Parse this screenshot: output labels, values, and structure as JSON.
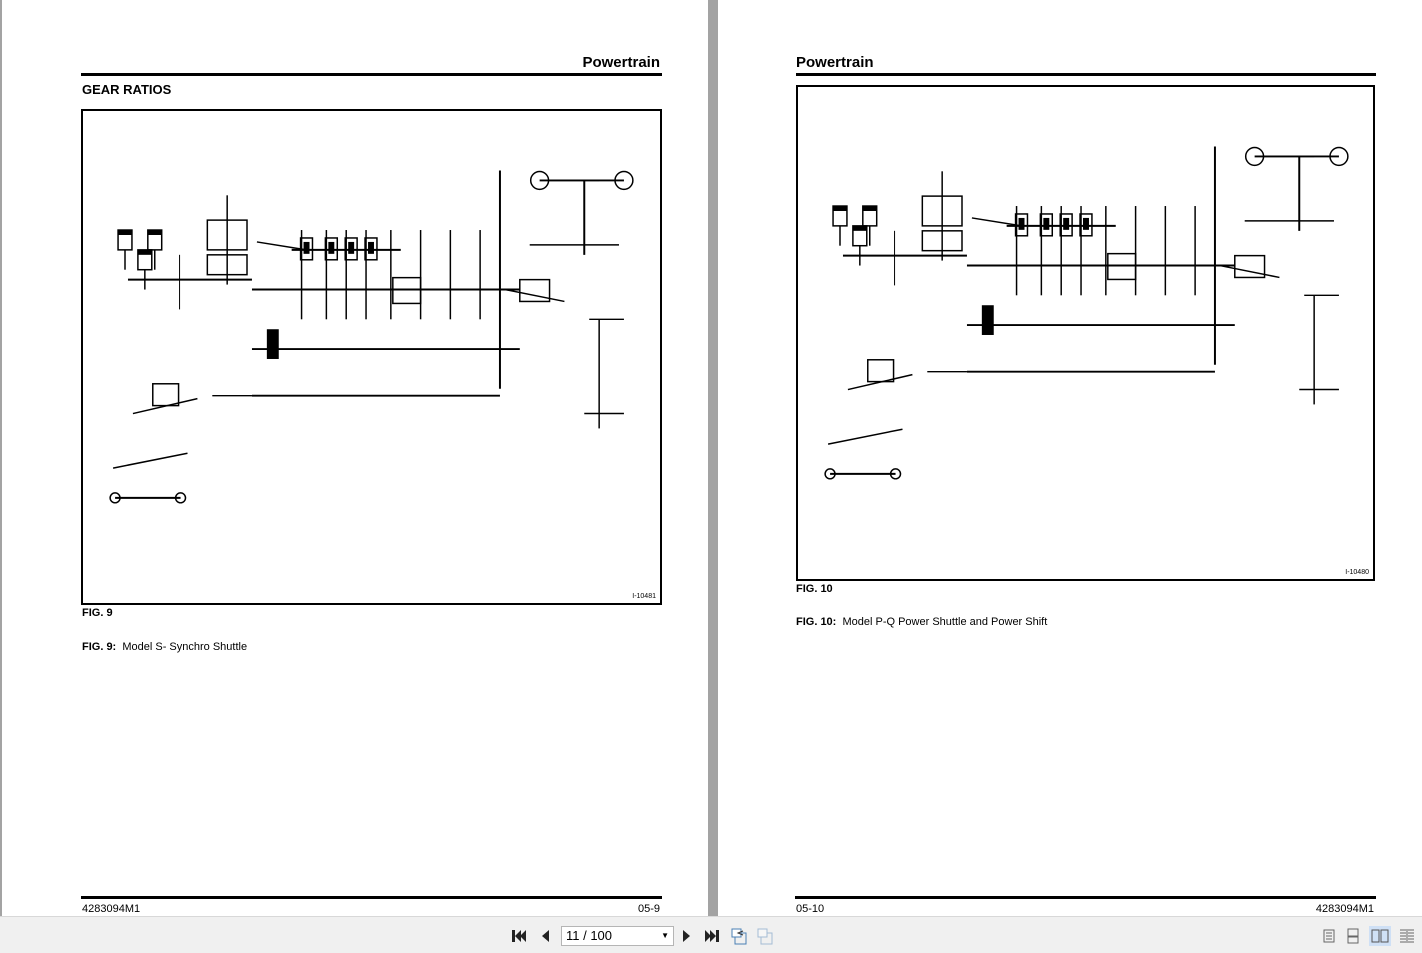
{
  "viewer": {
    "current_page": "11 / 100",
    "buttons": {
      "first": "first-page",
      "prev": "previous-page",
      "next": "next-page",
      "last": "last-page"
    }
  },
  "left_page": {
    "header": "Powertrain",
    "section_title": "GEAR RATIOS",
    "figure_id": "I-10481",
    "figure_label": "FIG. 9",
    "caption_label": "FIG. 9:",
    "caption_text": "Model S- Synchro Shuttle",
    "footer_left": "4283094M1",
    "footer_right": "05-9"
  },
  "right_page": {
    "header": "Powertrain",
    "figure_id": "I-10480",
    "figure_label": "FIG. 10",
    "caption_label": "FIG. 10:",
    "caption_text": "Model P-Q Power Shuttle and Power Shift",
    "footer_left": "05-10",
    "footer_right": "4283094M1"
  },
  "colors": {
    "gutter": "#a3a3a3",
    "toolbar": "#f0f0f0",
    "active_view": "#cfe0f5"
  }
}
